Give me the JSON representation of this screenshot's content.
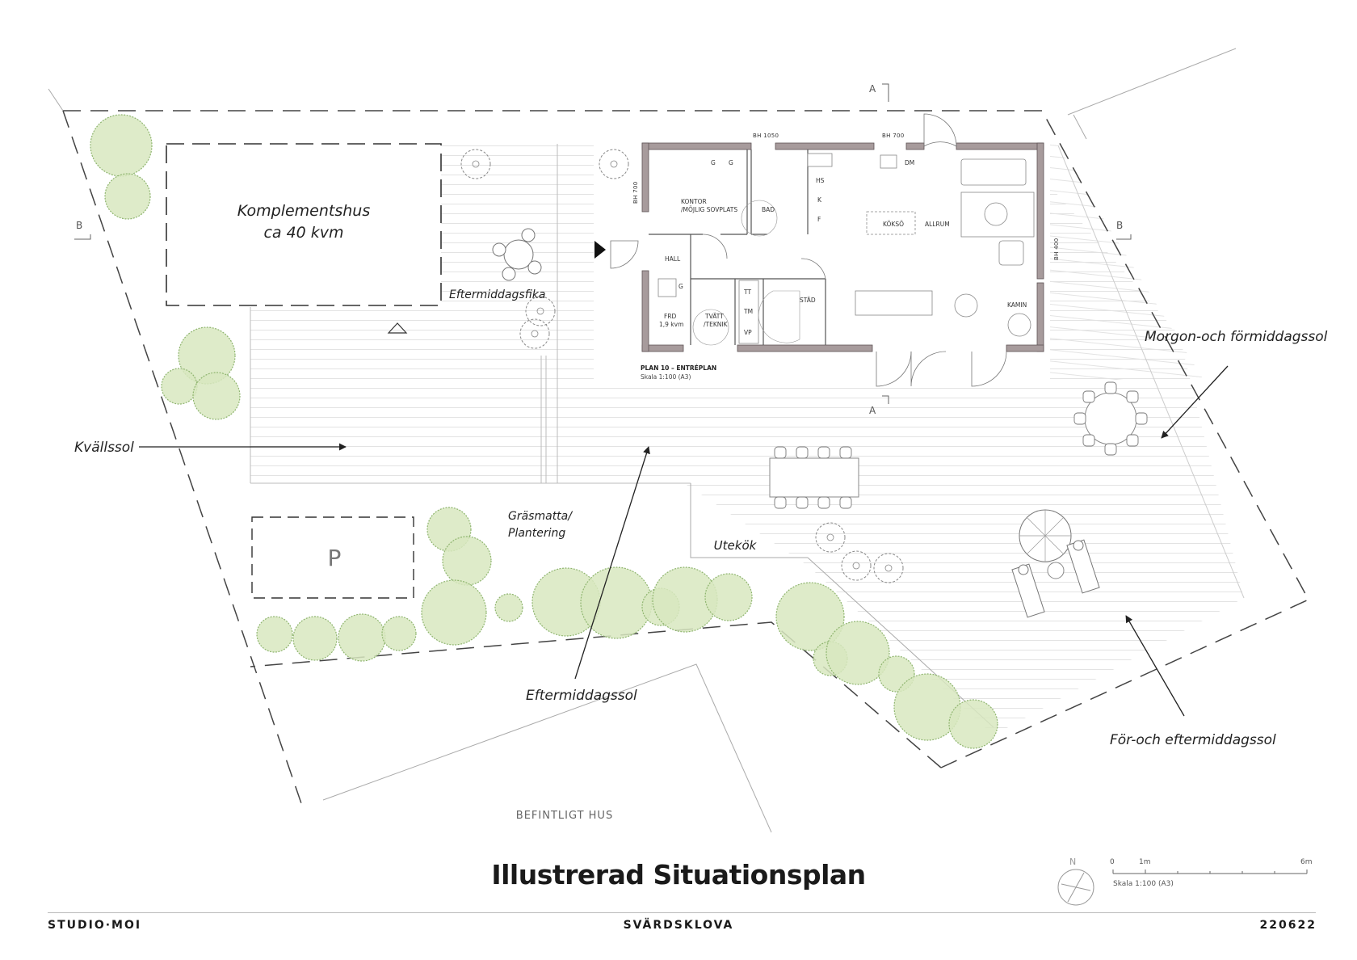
{
  "title": "Illustrerad Situationsplan",
  "footer": {
    "studio": "STUDIO·MOI",
    "project": "SVÄRDSKLOVA",
    "date": "220622"
  },
  "buildings": {
    "annex": {
      "line1": "Komplementshus",
      "line2": "ca 40 kvm"
    },
    "parking": "P",
    "existing_house": "BEFINTLIGT HUS",
    "outdoor_kitchen": "Utekök"
  },
  "garden": {
    "lawn_line1": "Gräsmatta/",
    "lawn_line2": "Plantering",
    "fika": "Eftermiddagsfika"
  },
  "sun_labels": {
    "evening": "Kvällssol",
    "afternoon": "Eftermiddagssol",
    "morning": "Morgon-och förmiddagssol",
    "midday": "För-och eftermiddagssol"
  },
  "section_marks": {
    "a_top": "A",
    "a_bottom": "A",
    "b_left": "B",
    "b_right": "B"
  },
  "floor_plan": {
    "caption": "PLAN 10 – ENTRÉPLAN",
    "scale": "Skala 1:100 (A3)",
    "rooms": {
      "office_1": "KONTOR",
      "office_2": "/MÖJLIG SOVPLATS",
      "bath": "BAD",
      "kitchen": "KÖKSÖ",
      "living": "ALLRUM",
      "hall": "HALL",
      "storage_1": "FRD",
      "storage_2": "1,9 kvm",
      "laundry_1": "TVÄTT",
      "laundry_2": "/TEKNIK",
      "cleaning": "STÄD",
      "fireplace": "KAMIN",
      "hs": "HS",
      "k": "K",
      "f": "F",
      "g1": "G",
      "g2": "G",
      "g3": "G",
      "dm": "DM",
      "tt": "TT",
      "tm": "TM",
      "vp": "VP"
    },
    "window_heights": {
      "top_left": "BH 1050",
      "top_right": "BH 700",
      "left": "BH 700",
      "right": "BH 400"
    }
  },
  "scale_bar": {
    "zero": "0",
    "one": "1m",
    "six": "6m",
    "text": "Skala 1:100 (A3)",
    "north": "N"
  },
  "colors": {
    "tree_fill": "#d8e8c0",
    "tree_stroke": "#8fb56f",
    "wall": "#a79b9c",
    "deck_line": "#e2e2e2"
  }
}
